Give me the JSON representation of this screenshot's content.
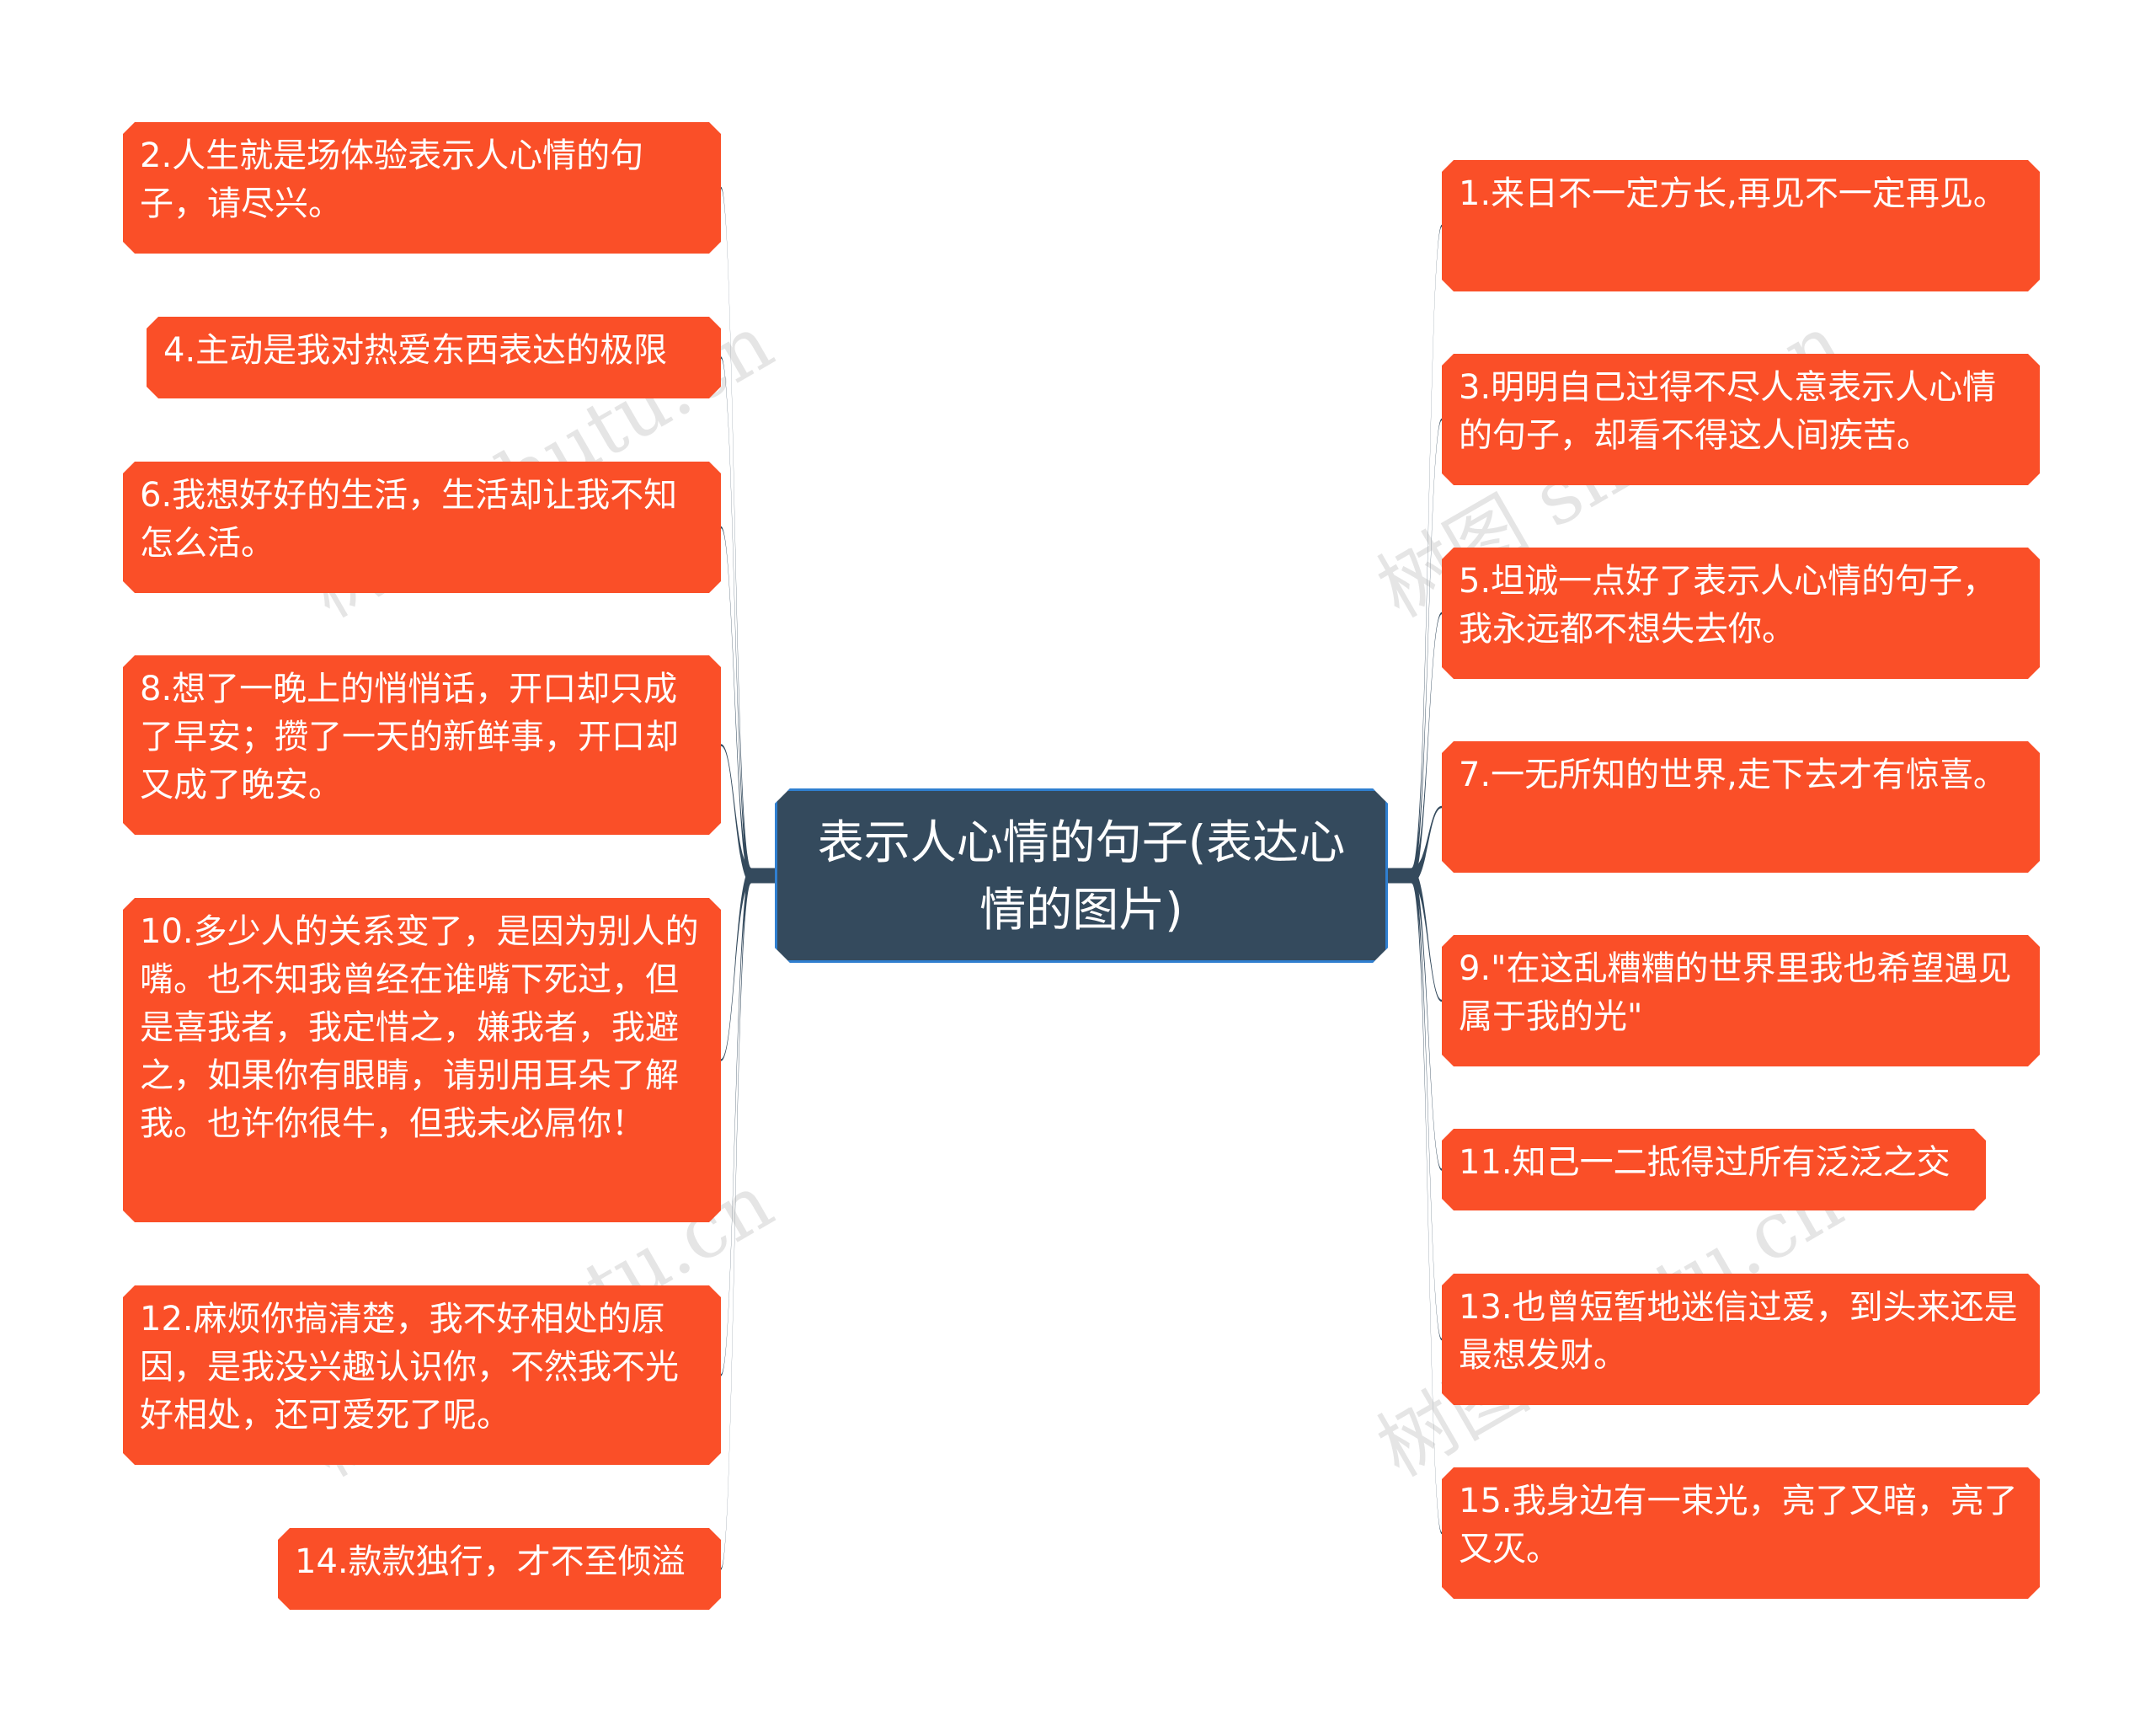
{
  "center": {
    "label": "表示人心情的句子(表达心情的图片)"
  },
  "left_nodes": [
    {
      "text": "2.人生就是场体验表示人心情的句子，请尽兴。"
    },
    {
      "text": "4.主动是我对热爱东西表达的极限"
    },
    {
      "text": "6.我想好好的生活，生活却让我不知怎么活。"
    },
    {
      "text": "8.想了一晚上的悄悄话，开口却只成了早安；攒了一天的新鲜事，开口却又成了晚安。"
    },
    {
      "text": "10.多少人的关系变了，是因为别人的嘴。也不知我曾经在谁嘴下死过，但是喜我者，我定惜之，嫌我者，我避之，如果你有眼睛，请别用耳朵了解我。也许你很牛，但我未必屌你！"
    },
    {
      "text": "12.麻烦你搞清楚，我不好相处的原因，是我没兴趣认识你，不然我不光好相处，还可爱死了呢。"
    },
    {
      "text": "14.款款独行，才不至倾溢"
    }
  ],
  "right_nodes": [
    {
      "text": "1.来日不一定方长,再见不一定再见。"
    },
    {
      "text": "3.明明自己过得不尽人意表示人心情的句子，却看不得这人间疾苦。"
    },
    {
      "text": "5.坦诚一点好了表示人心情的句子，我永远都不想失去你。"
    },
    {
      "text": "7.一无所知的世界,走下去才有惊喜。"
    },
    {
      "text": "9.\"在这乱糟糟的世界里我也希望遇见属于我的光\""
    },
    {
      "text": "11.知己一二抵得过所有泛泛之交"
    },
    {
      "text": "13.也曾短暂地迷信过爱，到头来还是最想发财。"
    },
    {
      "text": "15.我身边有一束光，亮了又暗，亮了又灭。"
    }
  ],
  "watermark": "树图 shutu.cn",
  "colors": {
    "node": "#fa4f28",
    "center": "#344a5d",
    "link": "#344a5d",
    "center_border": "#2f7fd0"
  }
}
